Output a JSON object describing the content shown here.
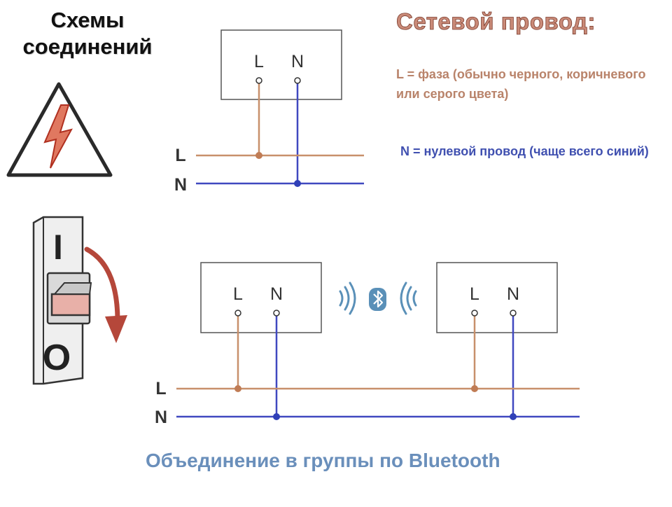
{
  "title": {
    "line1": "Схемы",
    "line2": "соединений"
  },
  "network_wire": {
    "title": "Сетевой провод:",
    "phase_text": "L  = фаза (обычно черного, коричневого или  серого цвета)",
    "neutral_text": "N  = нулевой провод (чаще всего синий)"
  },
  "terminals": {
    "l": "L",
    "n": "N"
  },
  "breaker": {
    "on_label": "I",
    "off_label": "O"
  },
  "caption": "Объединение в группы по Bluetooth",
  "colors": {
    "phase": "#c8906b",
    "neutral": "#4048c0",
    "caption": "#6a8fbb",
    "warning_red": "#c0392b",
    "arrow_red": "#b5473a"
  },
  "icons": {
    "warning": "high-voltage-warning-icon",
    "bluetooth": "bluetooth-icon",
    "signal": "wireless-signal-icon",
    "breaker": "circuit-breaker-icon"
  }
}
